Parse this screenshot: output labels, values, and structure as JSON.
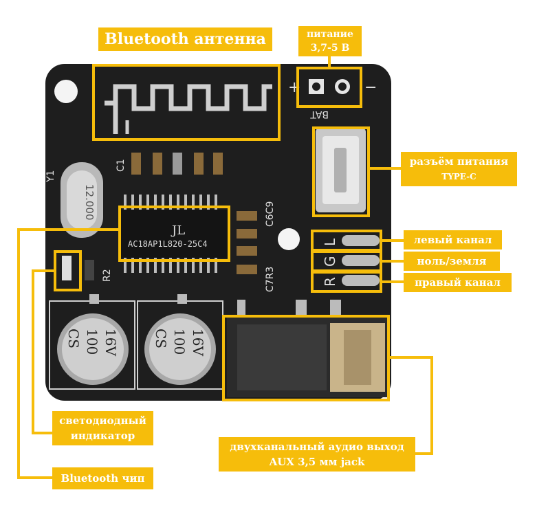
{
  "labels": {
    "antenna": "Bluetooth антенна",
    "power_line1": "питание",
    "power_line2": "3,7-5 В",
    "typec_line1": "разъём питания",
    "typec_line2": "TYPE-C",
    "left_channel": "левый канал",
    "ground": "ноль/земля",
    "right_channel": "правый канал",
    "led_line1": "светодиодный",
    "led_line2": "индикатор",
    "audio_line1": "двухканальный аудио выход",
    "audio_line2": "AUX 3,5 мм jack",
    "chip": "Bluetooth чип"
  },
  "silkscreen": {
    "plus": "+",
    "minus": "−",
    "bat": "BAT",
    "y1": "Y1",
    "c1": "C1",
    "crystal": "12.000",
    "chip_logo": "JL",
    "chip_text": "AC18AP1L820-25C4",
    "c6c9": "C6C9",
    "c7r3": "C7R3",
    "r2": "R2",
    "pin_l": "L",
    "pin_g": "G",
    "pin_r": "R",
    "cap_text_1": "CS",
    "cap_text_2": "100",
    "cap_text_3": "16V"
  },
  "colors": {
    "accent": "#f6bd0b",
    "board": "#1e1e1e",
    "label_text": "#ffffff"
  }
}
